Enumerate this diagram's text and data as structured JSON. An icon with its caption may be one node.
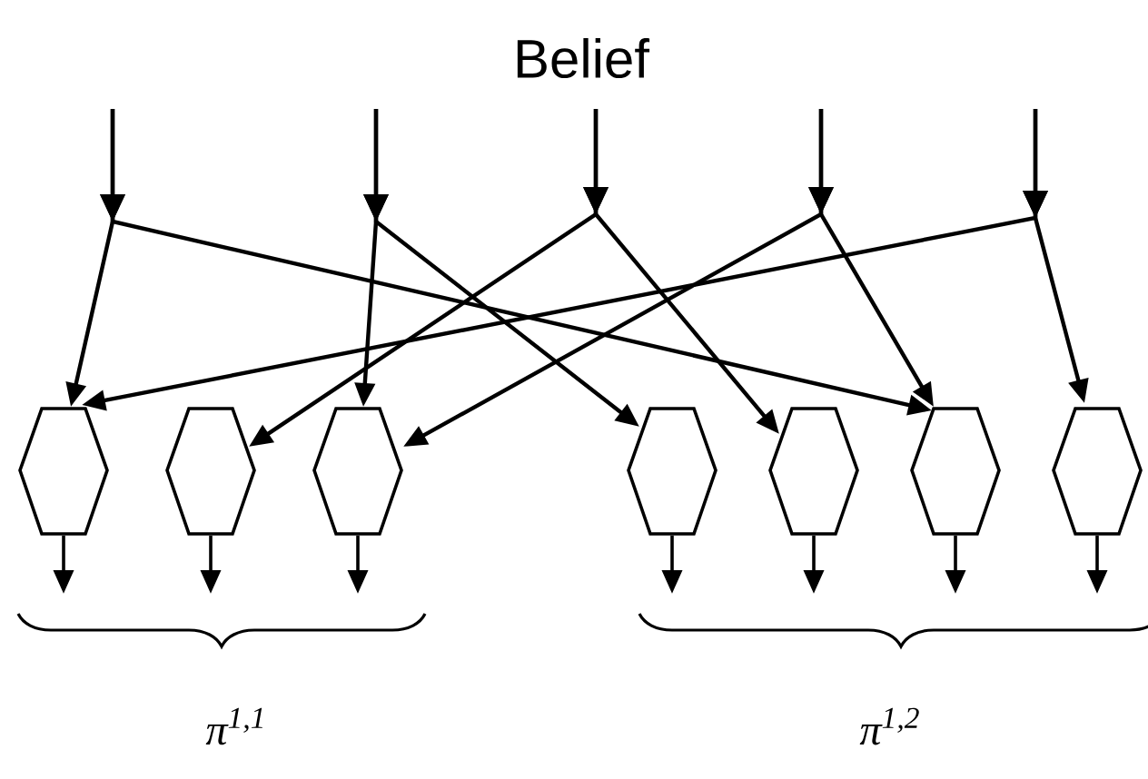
{
  "diagram": {
    "title": "Belief",
    "nodes": [
      {
        "text": [],
        "shape": "hexagon"
      },
      {
        "text": [],
        "shape": "hexagon"
      },
      {
        "text": [],
        "shape": "hexagon"
      },
      {
        "text": [],
        "shape": "hexagon"
      },
      {
        "text": [],
        "shape": "hexagon"
      },
      {
        "text": [],
        "shape": "hexagon"
      },
      {
        "text": [],
        "shape": "hexagon"
      }
    ],
    "edges": [
      {
        "from": null,
        "to": 0,
        "arrow": "to"
      },
      {
        "from": null,
        "to": 5,
        "arrow": "to"
      },
      {
        "from": null,
        "to": 2,
        "arrow": "to"
      },
      {
        "from": null,
        "to": 3,
        "arrow": "to"
      },
      {
        "from": null,
        "to": 1,
        "arrow": "to"
      },
      {
        "from": null,
        "to": 4,
        "arrow": "to"
      },
      {
        "from": null,
        "to": 2,
        "arrow": "to"
      },
      {
        "from": null,
        "to": 5,
        "arrow": "to"
      },
      {
        "from": null,
        "to": 0,
        "arrow": "to"
      },
      {
        "from": null,
        "to": 6,
        "arrow": "to"
      },
      {
        "from": 0,
        "to": null,
        "arrow": "to"
      },
      {
        "from": 1,
        "to": null,
        "arrow": "to"
      },
      {
        "from": 2,
        "to": null,
        "arrow": "to"
      },
      {
        "from": 3,
        "to": null,
        "arrow": "to"
      },
      {
        "from": 4,
        "to": null,
        "arrow": "to"
      },
      {
        "from": 5,
        "to": null,
        "arrow": "to"
      },
      {
        "from": 6,
        "to": null,
        "arrow": "to"
      }
    ],
    "labels": [
      "π$^{1,1}$",
      "π$^{1,2}$"
    ]
  }
}
